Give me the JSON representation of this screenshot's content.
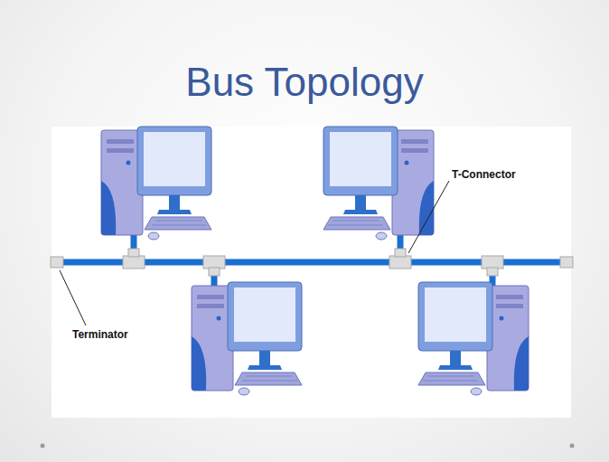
{
  "diagram": {
    "title": "Bus Topology",
    "labels": [
      "T-Connector",
      "Terminator"
    ]
  }
}
